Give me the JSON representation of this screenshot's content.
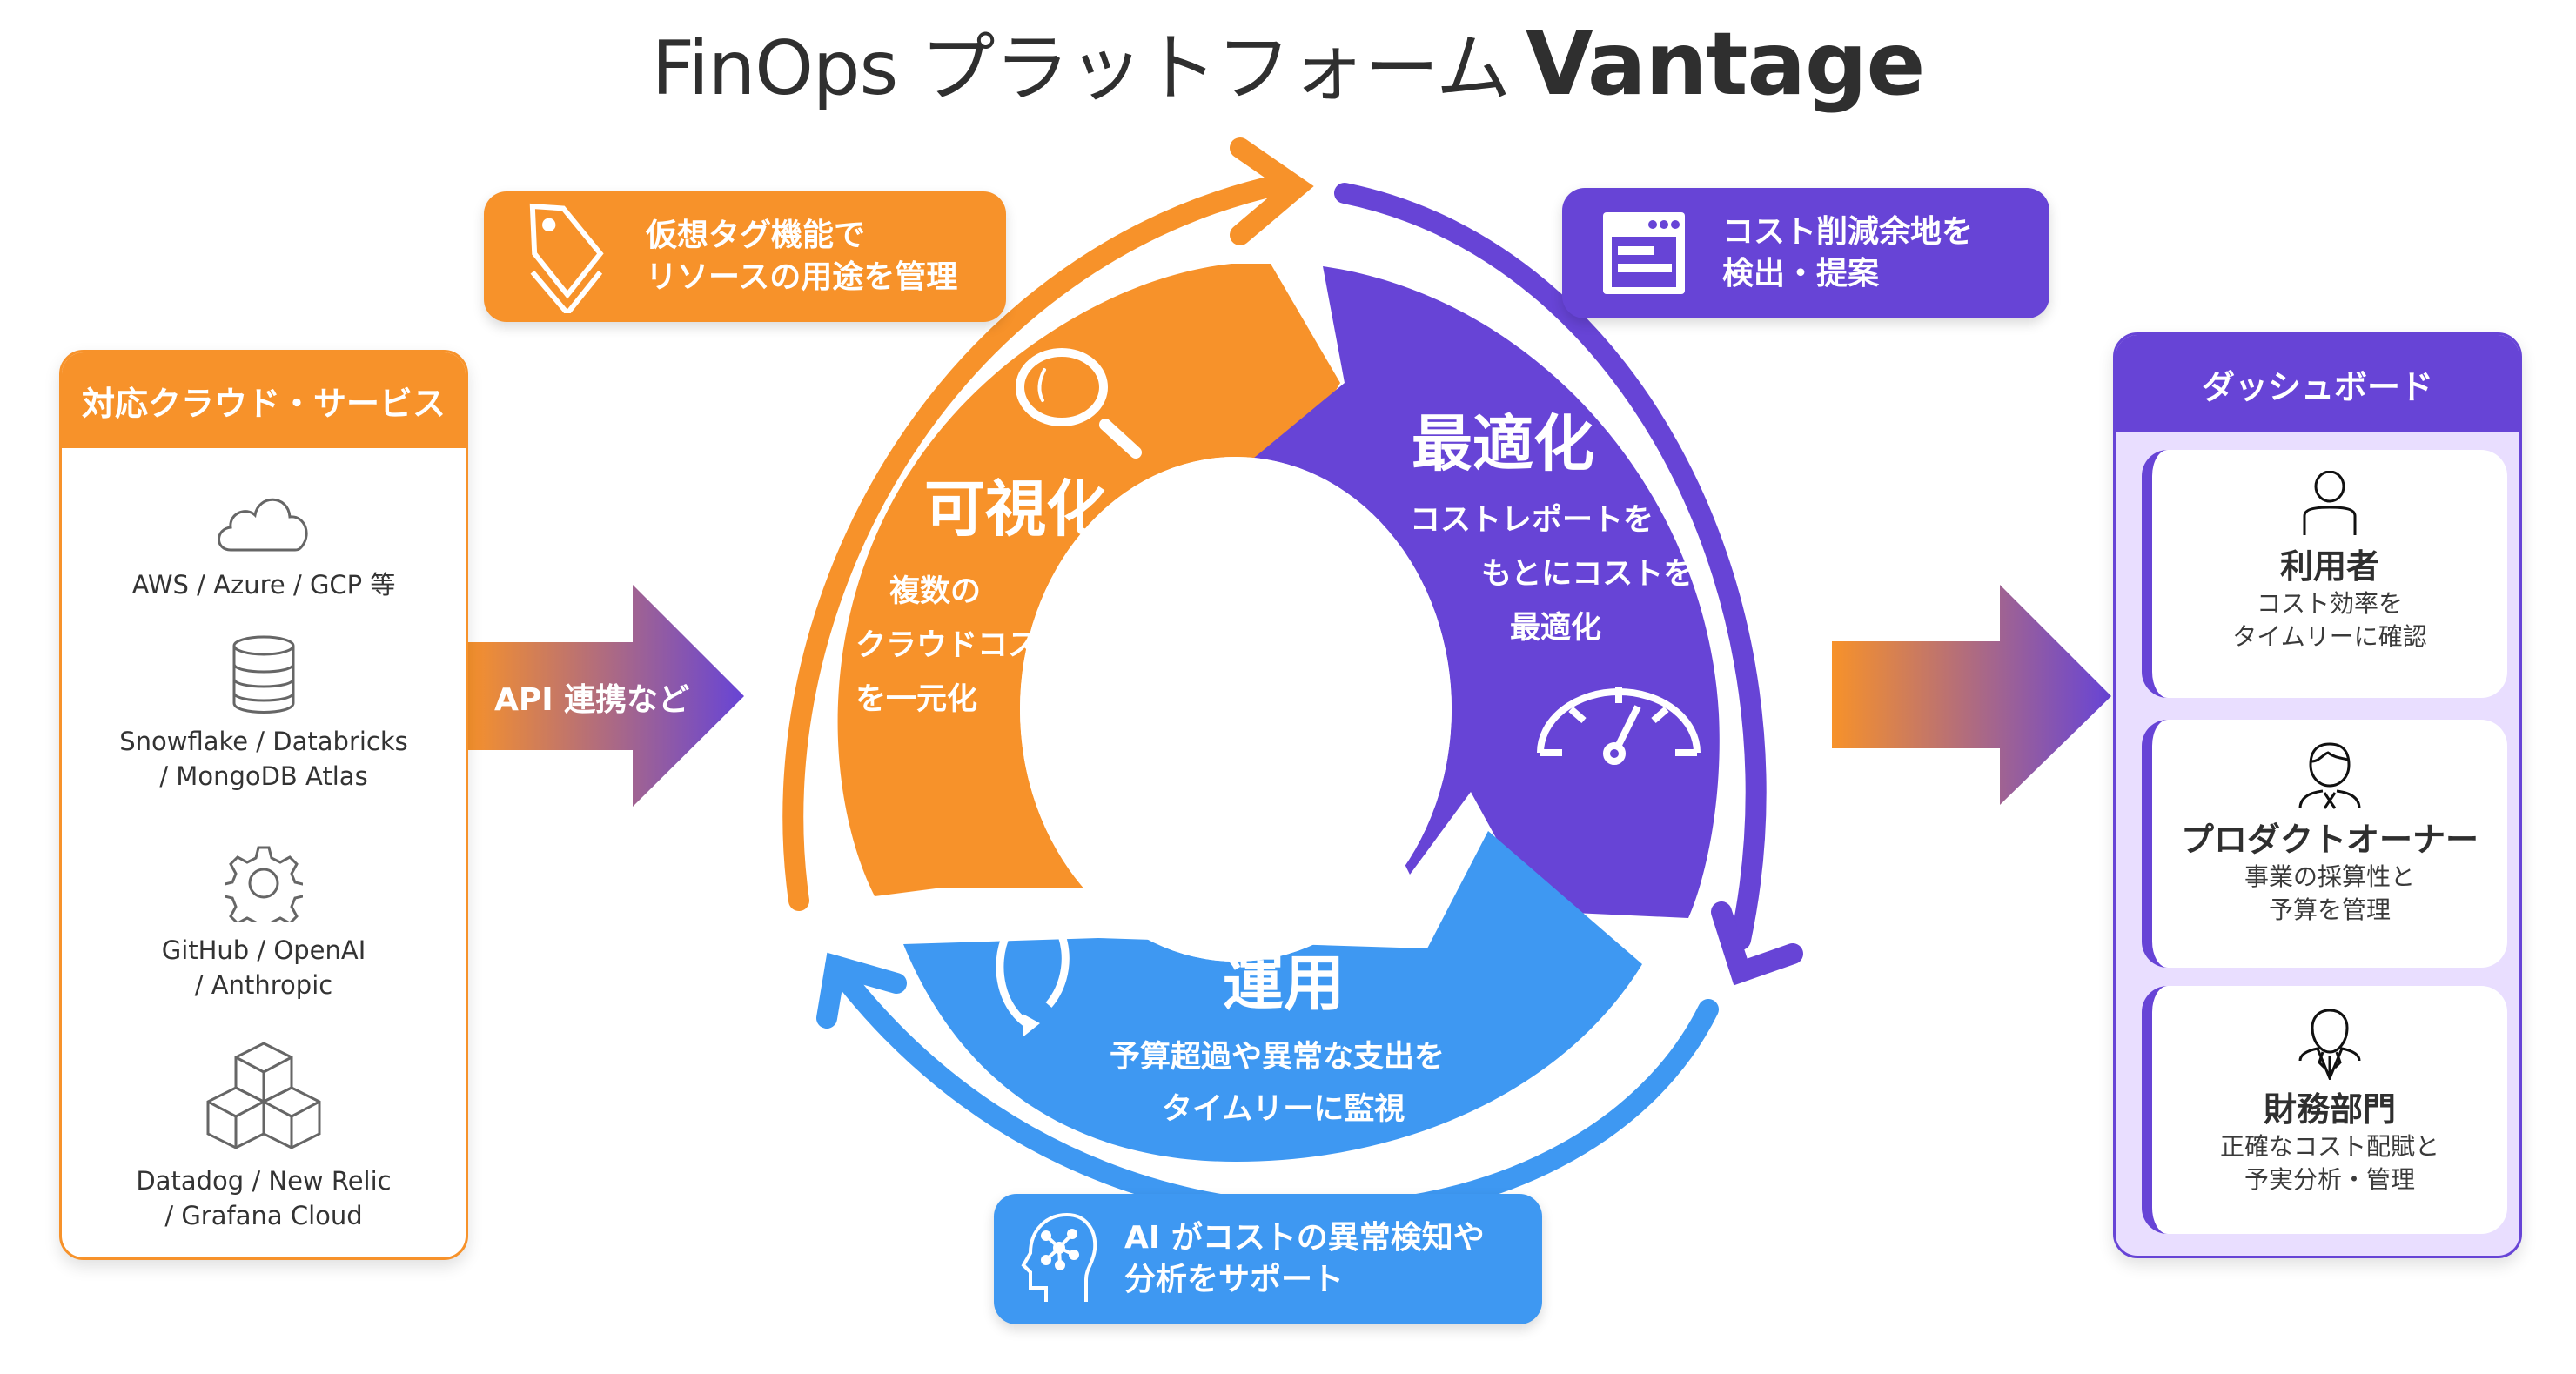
{
  "title": {
    "prefix": "FinOps プラットフォーム",
    "brand": "Vantage"
  },
  "colors": {
    "orange": "#f7922a",
    "purple": "#6744d6",
    "blue": "#3e98f2",
    "lavender": "#e9deff",
    "text": "#2f2f2f"
  },
  "sources": {
    "header": "対応クラウド・サービス",
    "items": [
      {
        "icon": "cloud-icon",
        "label_line1": "AWS / Azure / GCP 等",
        "label_line2": ""
      },
      {
        "icon": "database-icon",
        "label_line1": "Snowflake / Databricks",
        "label_line2": "/ MongoDB Atlas"
      },
      {
        "icon": "gear-icon",
        "label_line1": "GitHub / OpenAI",
        "label_line2": "/ Anthropic"
      },
      {
        "icon": "cubes-icon",
        "label_line1": "Datadog / New Relic",
        "label_line2": "/ Grafana Cloud"
      }
    ]
  },
  "input_arrow": {
    "label": "API 連携など"
  },
  "cycle": {
    "visualize": {
      "title": "可視化",
      "desc_line1": "複数の",
      "desc_line2": "クラウドコスト",
      "desc_line3": "を一元化",
      "icon": "magnifier-icon"
    },
    "optimize": {
      "title": "最適化",
      "desc_line1": "コストレポートを",
      "desc_line2": "もとにコストを",
      "desc_line3": "最適化",
      "icon": "speedometer-icon"
    },
    "operate": {
      "title": "運用",
      "desc_line1": "予算超過や異常な支出を",
      "desc_line2": "タイムリーに監視",
      "icon": "refresh-icon"
    }
  },
  "callouts": {
    "tag": {
      "icon": "tag-icon",
      "line1": "仮想タグ機能で",
      "line2": "リソースの用途を管理"
    },
    "report": {
      "icon": "browser-window-icon",
      "line1": "コスト削減余地を",
      "line2": "検出・提案"
    },
    "ai": {
      "icon": "ai-head-icon",
      "line1": "AI がコストの異常検知や",
      "line2": "分析をサポート"
    }
  },
  "dashboard": {
    "header": "ダッシュボード",
    "roles": [
      {
        "icon": "user-icon",
        "title": "利用者",
        "desc_line1": "コスト効率を",
        "desc_line2": "タイムリーに確認"
      },
      {
        "icon": "businessman-icon",
        "title": "プロダクトオーナー",
        "desc_line1": "事業の採算性と",
        "desc_line2": "予算を管理"
      },
      {
        "icon": "executive-icon",
        "title": "財務部門",
        "desc_line1": "正確なコスト配賦と",
        "desc_line2": "予実分析・管理"
      }
    ]
  }
}
